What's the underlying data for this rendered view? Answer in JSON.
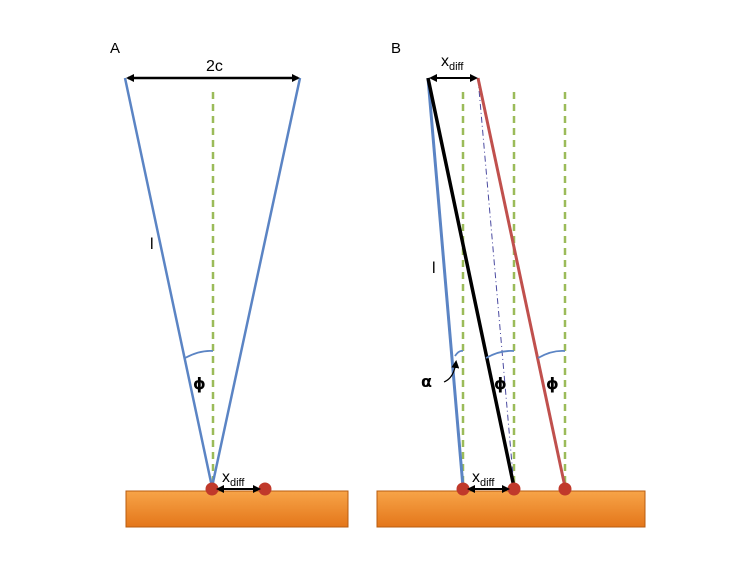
{
  "panel_a": {
    "panel_label": "A",
    "width_label": "2c",
    "length_label": "l",
    "angle_label": "ϕ",
    "offset_label": {
      "base": "x",
      "subscript": "diff"
    }
  },
  "panel_b": {
    "panel_label": "B",
    "top_offset_label": {
      "base": "x",
      "subscript": "diff"
    },
    "length_label": "l",
    "alpha_label": "α",
    "angle_label_1": "ϕ",
    "angle_label_2": "ϕ",
    "bottom_offset_label": {
      "base": "x",
      "subscript": "diff"
    }
  },
  "colors": {
    "surface_top": "#f7a448",
    "surface_bottom": "#e4761a",
    "surface_border": "#b85c10",
    "rod_blue": "#5b84c4",
    "rod_red": "#c0504d",
    "rod_black": "#000000",
    "reference_dash": "#9bbb59",
    "anchor_dot": "#c0392b",
    "guide_dashdot": "#4a4aa0"
  }
}
